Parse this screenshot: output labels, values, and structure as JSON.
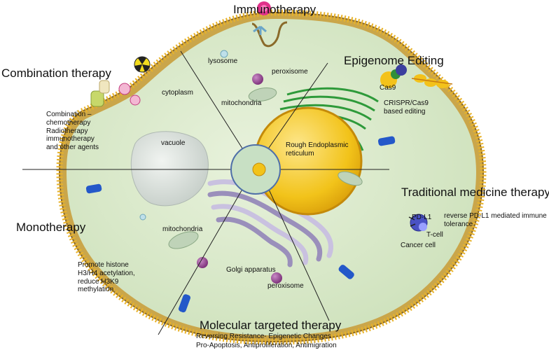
{
  "therapies": {
    "immunotherapy": "Immunotherapy",
    "combination": "Combination therapy",
    "epigenome": "Epigenome Editing",
    "traditional": "Traditional medicine therapy",
    "monotherapy": "Monotherapy",
    "molecular": "Molecular targeted therapy"
  },
  "descriptions": {
    "combination": "Combination –\nchemotherapy\nRadiotherapy\nimmunotherapy\nand other agents",
    "epigenome_cas9": "Cas9",
    "epigenome": "CRISPR/Cas9\nbased editing",
    "traditional_pdl1": "PD-L1",
    "traditional": "reverse PD-L1  mediated immune\ntolerance",
    "traditional_tcell": "T-cell",
    "traditional_cancer": "Cancer cell",
    "monotherapy": "Promote histone\nH3/H4 acetylation,\nreduce H3K9\nmethylation",
    "molecular_line1": "Reversing Resistance- Epigenetic Changes",
    "molecular_line2": "Pro-Apoptosis, Antiproliferation, Antimigration"
  },
  "organelles": {
    "lysosome": "lysosome",
    "peroxisome_top": "peroxisome",
    "cytoplasm": "cytoplasm",
    "mitochondria_top": "mitochondria",
    "vacuole": "vacuole",
    "rer": "Rough Endoplasmic\nreticulum",
    "mitochondria_bottom": "mitochondria",
    "golgi": "Golgi apparatus",
    "peroxisome_bottom": "peroxisome"
  },
  "colors": {
    "membrane_outer": "#8a6a2a",
    "membrane_dot": "#d8a020",
    "cytoplasm": "#d9e9c9",
    "nucleus": "#f2c31a",
    "golgi": "#b7aed0",
    "er_green": "#2e9a3a",
    "channel": "#2458c9",
    "organelle_purple": "#8e3f8a"
  }
}
